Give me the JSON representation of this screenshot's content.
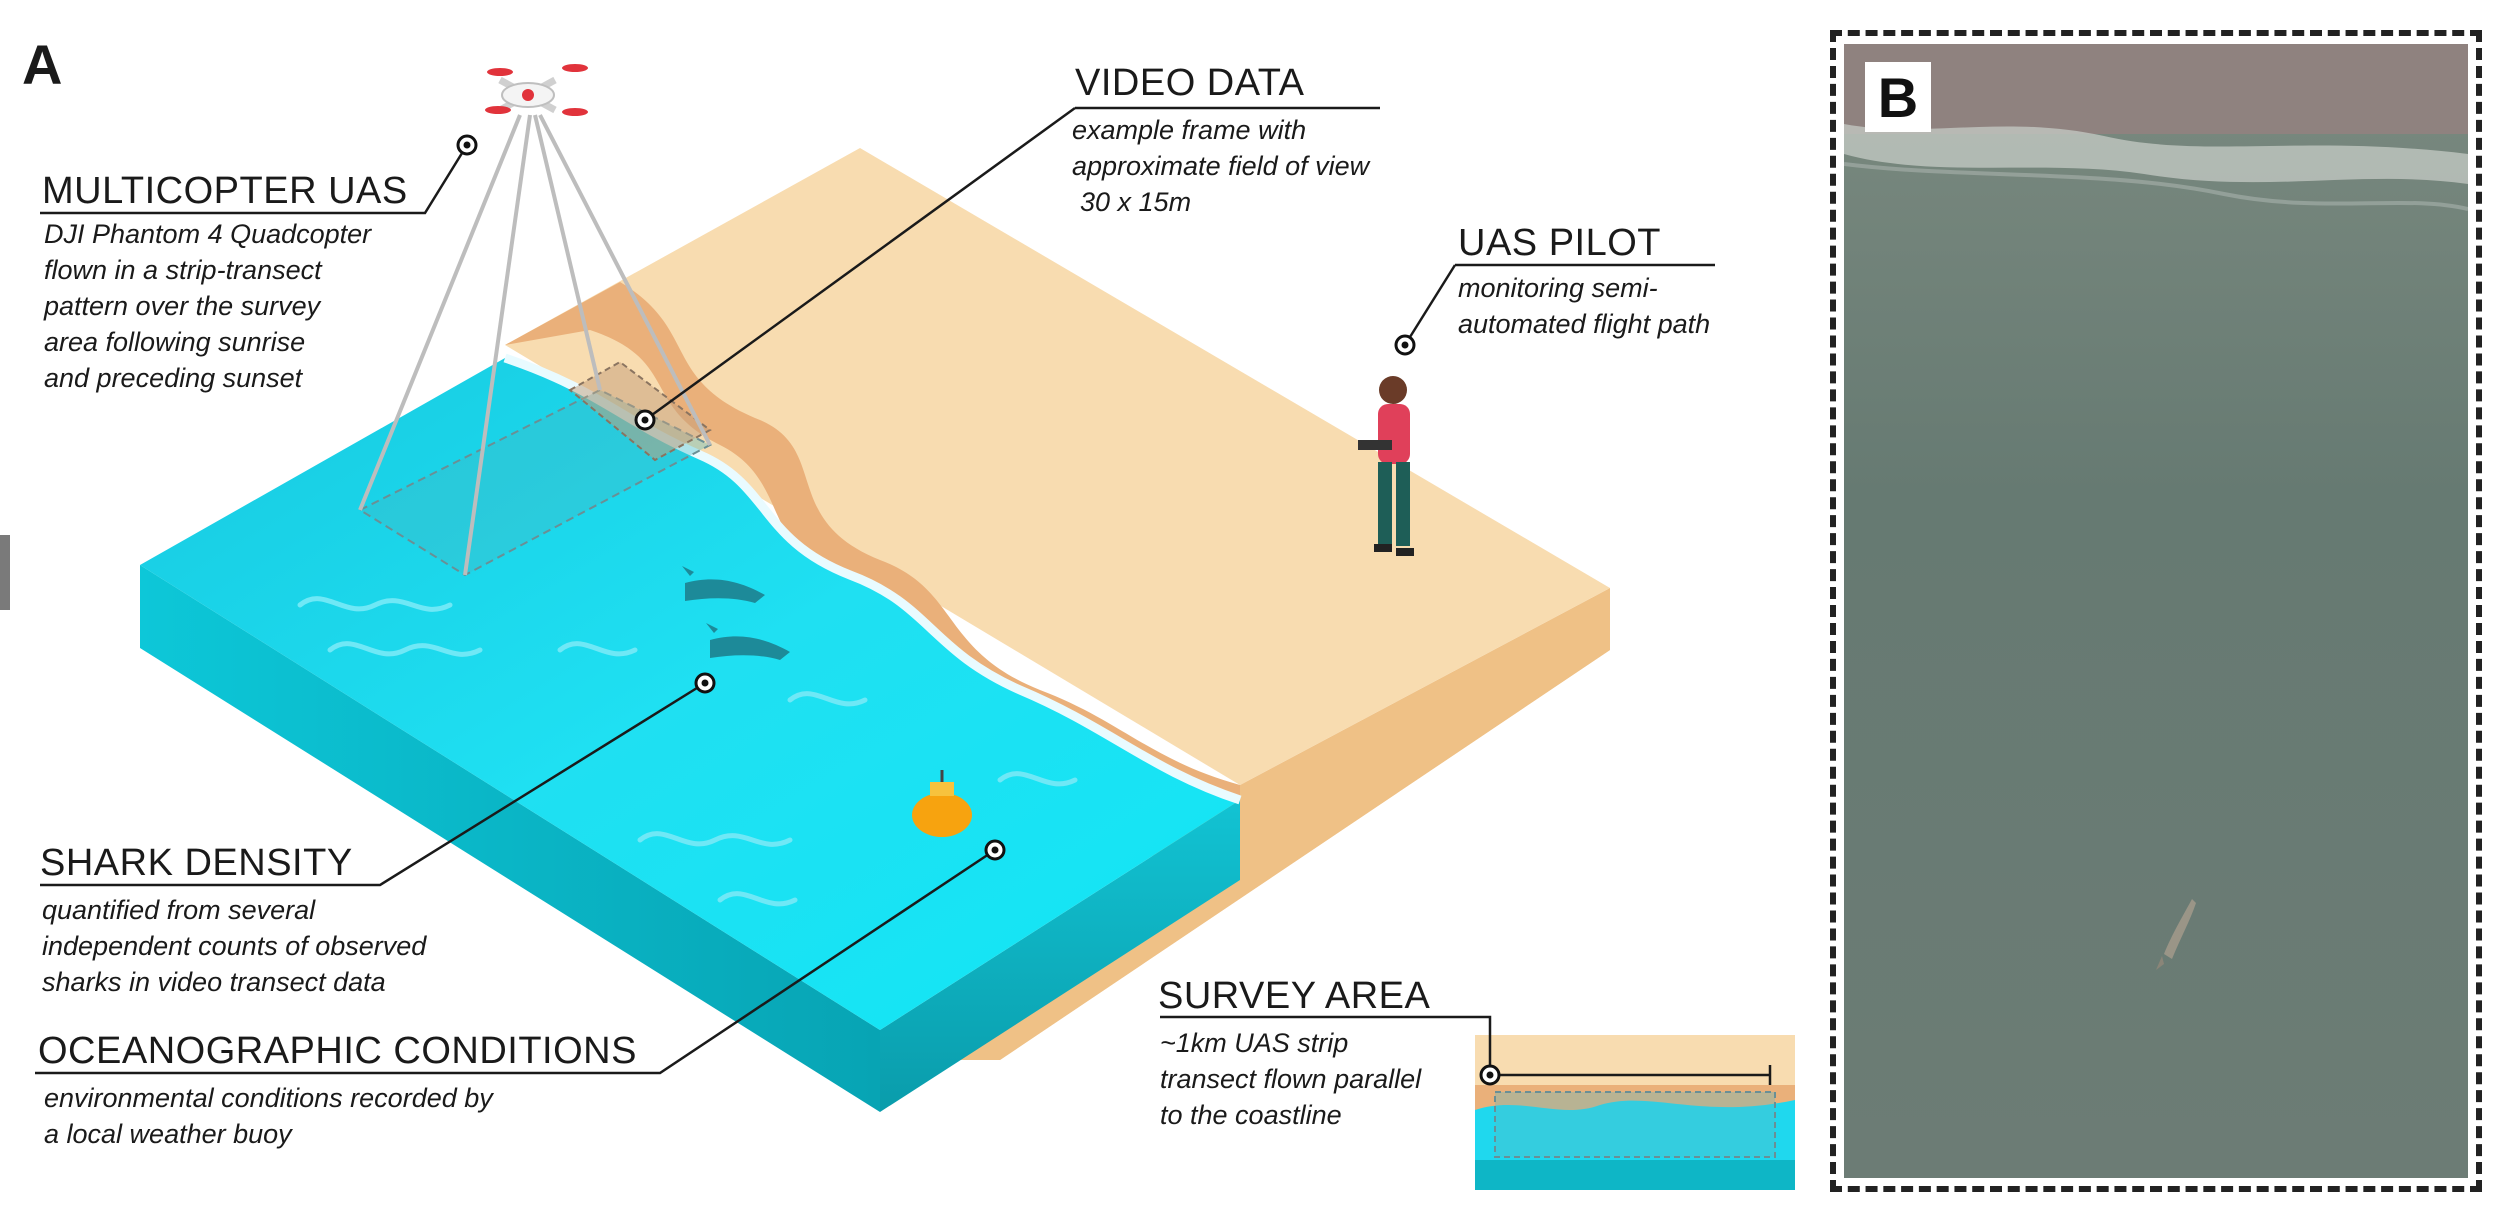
{
  "panel_a": {
    "letter": "A",
    "uas": {
      "title": "MULTICOPTER UAS",
      "lines": [
        "DJI Phantom 4 Quadcopter",
        "flown in a strip-transect",
        "pattern over the survey",
        "area following sunrise",
        "and preceding sunset"
      ]
    },
    "video": {
      "title": "VIDEO DATA",
      "lines": [
        "example frame with",
        "approximate field of view",
        "30 x 15m"
      ]
    },
    "pilot": {
      "title": "UAS PILOT",
      "lines": [
        "monitoring semi-",
        "automated flight path"
      ]
    },
    "shark": {
      "title": "SHARK DENSITY",
      "lines": [
        "quantified from several",
        "independent counts of observed",
        "sharks in video transect data"
      ]
    },
    "ocean": {
      "title": "OCEANOGRAPHIC CONDITIONS",
      "lines": [
        "environmental conditions recorded by",
        "a local weather buoy"
      ]
    },
    "survey": {
      "title": "SURVEY AREA",
      "lines": [
        "~1km UAS strip",
        "transect flown parallel",
        "to the coastline"
      ]
    }
  },
  "panel_b": {
    "letter": "B"
  },
  "colors": {
    "sand_top": "#f8dcb0",
    "sand_side": "#f2c791",
    "wet_sand": "#e9ad72",
    "water_top": "#1ad8ee",
    "water_front": "#0bb3c4",
    "water_side": "#089aa8",
    "buoy": "#f7a30f",
    "pilot_shirt": "#e0405a",
    "pilot_pants": "#1e5e57",
    "photo_sea": "#6f7f76",
    "photo_sand": "#8c7f7c"
  }
}
